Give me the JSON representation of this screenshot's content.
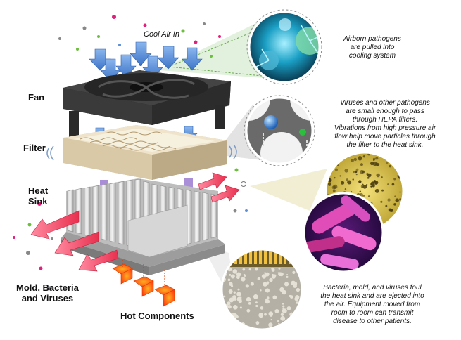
{
  "labels": {
    "cool_air_in": "Cool Air In",
    "fan": "Fan",
    "filter": "Filter",
    "heat_sink": [
      "Heat",
      "Sink"
    ],
    "mold": [
      "Mold, Bacteria",
      "and Viruses"
    ],
    "hot_components": "Hot Components"
  },
  "captions": {
    "airborne": [
      "Airborn pathogens",
      "are pulled into",
      "cooling system"
    ],
    "viruses": [
      "Viruses and other pathogens",
      "are small enough to pass",
      "through HEPA filters.",
      "Vibrations from high pressure air",
      "flow help move particles through",
      "the filter to the heat sink."
    ],
    "bacteria": [
      "Bacteria, mold, and viruses foul",
      "the heat sink and are ejected into",
      "the air. Equipment moved from",
      "room to room can transmit",
      "disease to other patients."
    ]
  },
  "colors": {
    "airflow_blue": "#5b8fd6",
    "exhaust_red": "#e8455f",
    "hot_orange": "#ff6a1a",
    "fan_dark": "#2b2b2b",
    "filter_tan": "#e6d9bf",
    "pathogen_cyan": "#27b8d8",
    "bacteria_magenta": "#c0308a"
  }
}
